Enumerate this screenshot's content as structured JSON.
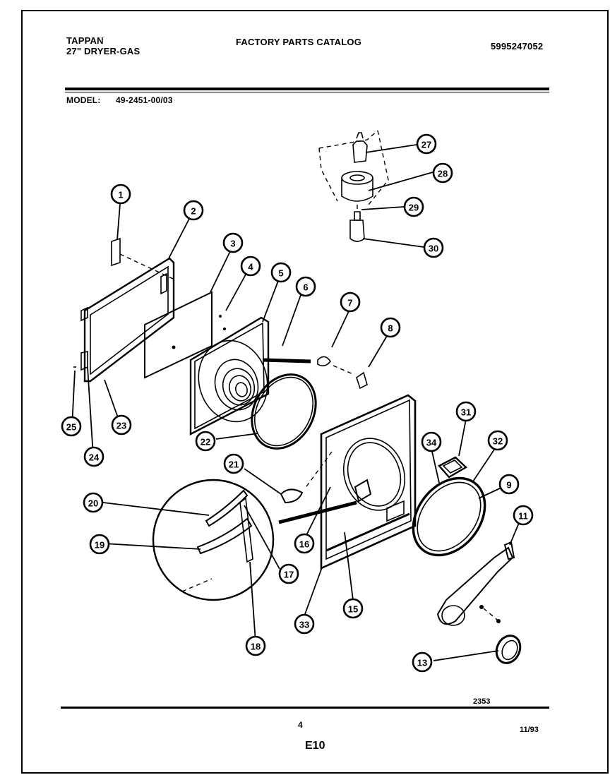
{
  "header": {
    "brand": "TAPPAN",
    "product": "27\" DRYER-GAS",
    "catalog_title": "FACTORY PARTS CATALOG",
    "catalog_number": "5995247052",
    "model_label": "MODEL:",
    "model_number": "49-2451-00/03"
  },
  "diagram": {
    "callouts": [
      "1",
      "2",
      "3",
      "4",
      "5",
      "6",
      "7",
      "8",
      "9",
      "11",
      "13",
      "15",
      "16",
      "17",
      "18",
      "19",
      "20",
      "21",
      "22",
      "23",
      "24",
      "25",
      "27",
      "28",
      "29",
      "30",
      "31",
      "32",
      "33",
      "34"
    ]
  },
  "footer": {
    "drawing_number": "2353",
    "page_number": "4",
    "date": "11/93",
    "section": "E10"
  }
}
